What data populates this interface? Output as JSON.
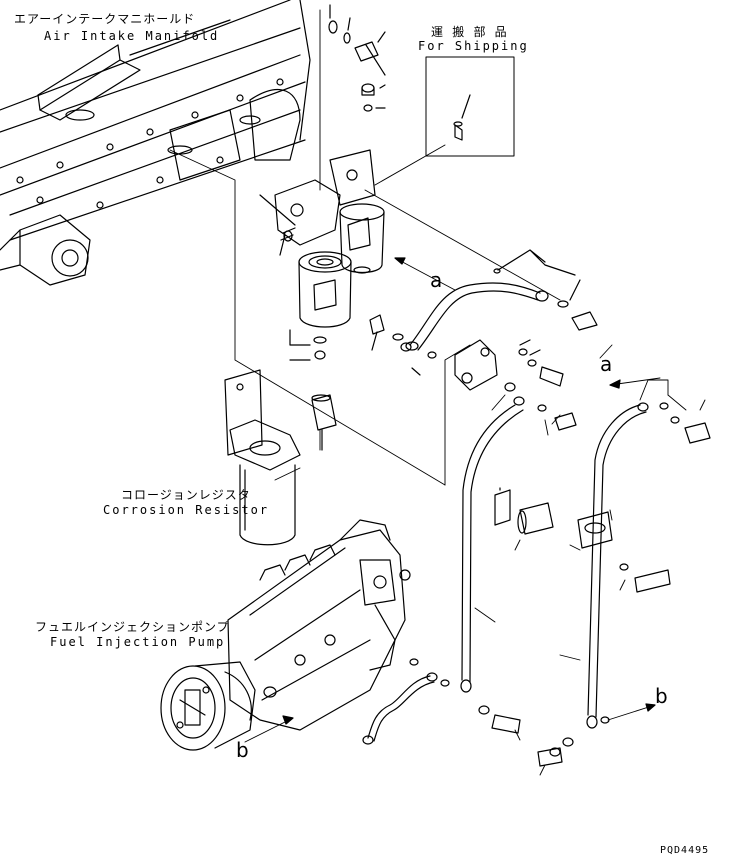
{
  "labels": {
    "air_intake_manifold_jp": "エアーインテークマニホールド",
    "air_intake_manifold_en": "Air Intake Manifold",
    "for_shipping_jp": "運 搬 部 品",
    "for_shipping_en": "For Shipping",
    "corrosion_resistor_jp": "コロージョンレジスタ",
    "corrosion_resistor_en": "Corrosion Resistor",
    "fuel_injection_pump_jp": "フュエルインジェクションポンプ",
    "fuel_injection_pump_en": "Fuel Injection Pump"
  },
  "refs": {
    "a_left": "a",
    "a_right": "a",
    "b_left": "b",
    "b_right": "b"
  },
  "drawing_code": "PQD4495"
}
